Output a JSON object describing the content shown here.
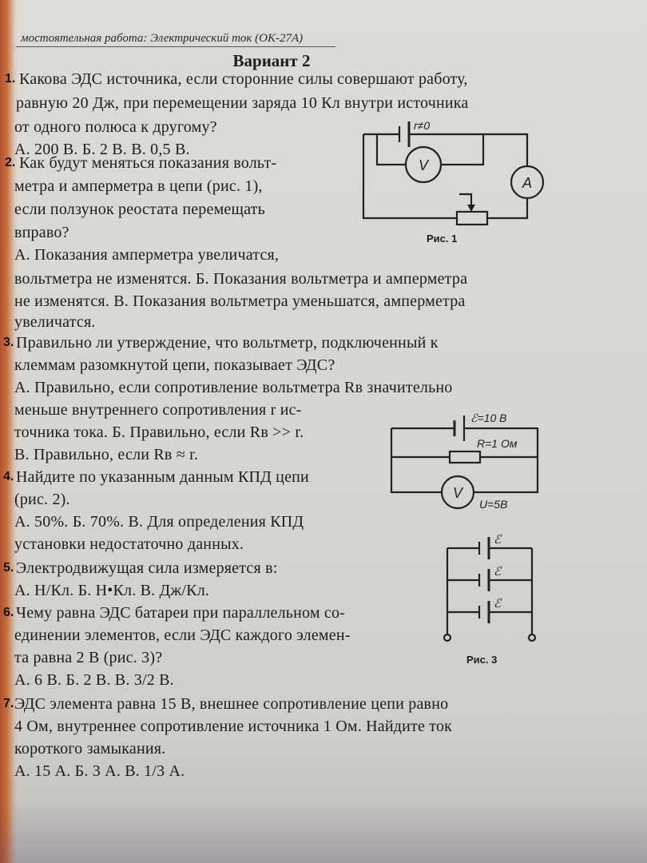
{
  "header": "мостоятельная работа: Электрический ток (ОК-27А)",
  "variant": "Вариант 2",
  "questions": [
    {
      "num": "1.",
      "lines": [
        "Какова ЭДС источника, если сторонние силы совершают работу,",
        "равную 20 Дж, при перемещении заряда 10 Кл внутри источника",
        "от одного полюса к другому?",
        "А. 200 В. Б. 2 В. В. 0,5 В."
      ]
    },
    {
      "num": "2.",
      "lines": [
        "Как будут меняться показания вольт-",
        "метра и амперметра в цепи (рис. 1),",
        "если ползунок реостата перемещать",
        "вправо?",
        "А. Показания амперметра увеличатся,",
        "вольтметра не изменятся. Б. Показания вольтметра и амперметра",
        "не изменятся. В. Показания вольтметра уменьшатся, амперметра",
        "увеличатся."
      ]
    },
    {
      "num": "3.",
      "lines": [
        "Правильно ли утверждение, что вольтметр, подключенный к",
        "клеммам разомкнутой цепи, показывает ЭДС?",
        "А. Правильно, если сопротивление вольтметра Rв значительно",
        "меньше внутреннего сопротивления r ис-",
        "точника тока. Б. Правильно, если Rв >> r.",
        "В. Правильно, если Rв ≈ r."
      ]
    },
    {
      "num": "4.",
      "lines": [
        "Найдите по указанным данным КПД цепи",
        "(рис. 2).",
        "А. 50%. Б. 70%. В. Для определения КПД",
        "установки недостаточно данных."
      ]
    },
    {
      "num": "5.",
      "lines": [
        "Электродвижущая сила измеряется в:",
        "А. Н/Кл. Б. Н•Кл. В. Дж/Кл."
      ]
    },
    {
      "num": "6.",
      "lines": [
        "Чему равна ЭДС батареи при параллельном со-",
        "единении элементов, если ЭДС каждого элемен-",
        "та равна 2 В (рис. 3)?",
        "А. 6 В. Б. 2 В. В. 3/2 В."
      ]
    },
    {
      "num": "7.",
      "lines": [
        "ЭДС элемента равна 15 В, внешнее сопротивление цепи равно",
        "4 Ом, внутреннее сопротивление источника 1 Ом. Найдите ток",
        "короткого замыкания.",
        "А. 15 А. Б. 3 А. В. 1/3 А."
      ]
    }
  ],
  "figures": {
    "fig1": {
      "caption": "Рис. 1",
      "r_label": "r≠0",
      "voltmeter": "V",
      "ammeter": "A"
    },
    "fig2": {
      "emf_label": "ℰ=10 В",
      "r_label": "R=1 Ом",
      "u_label": "U=5В",
      "voltmeter": "V"
    },
    "fig3": {
      "caption": "Рис. 3",
      "emf_label": "ℰ"
    }
  }
}
